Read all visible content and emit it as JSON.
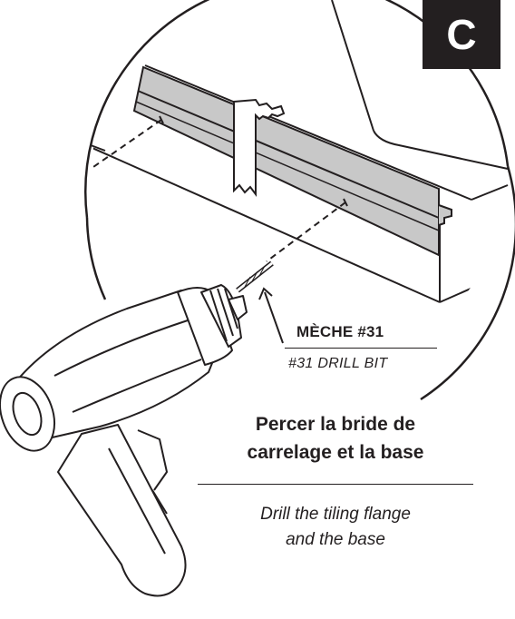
{
  "step": {
    "label": "C"
  },
  "callout": {
    "label_fr": "MÈCHE #31",
    "label_en": "#31 DRILL BIT"
  },
  "caption": {
    "line_fr_1": "Percer la bride de",
    "line_fr_2": "carrelage et la base",
    "line_en_1": "Drill the tiling flange",
    "line_en_2": "and the base"
  },
  "colors": {
    "ink": "#231f20",
    "flange_fill": "#c8c8c8",
    "badge_background": "#231f20",
    "badge_text": "#ffffff"
  }
}
